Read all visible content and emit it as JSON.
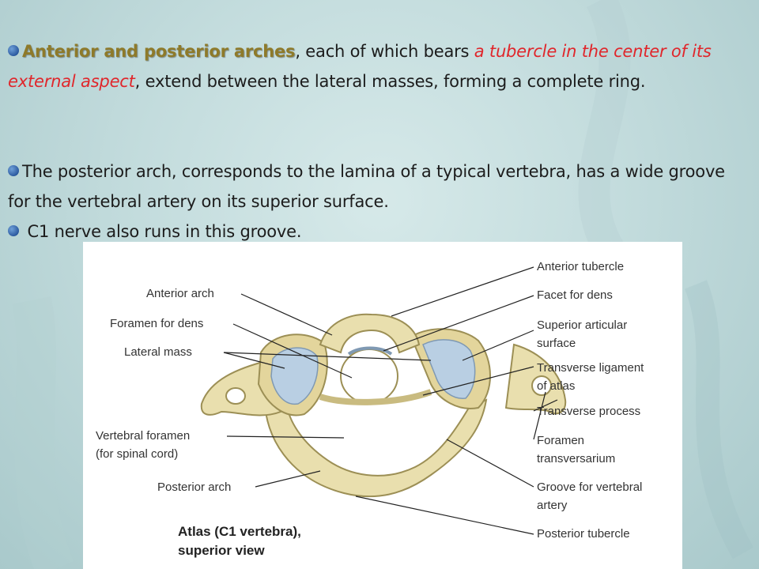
{
  "para1": {
    "heading": "Anterior and posterior arches",
    "after_heading": ", each of which bears ",
    "red_text": "a tubercle in the center of its external aspect",
    "rest": ", extend between the lateral masses, forming a complete ring."
  },
  "para2": {
    "text": "The posterior arch, corresponds to the lamina of a typical vertebra, has a wide groove for the vertebral artery on its superior surface."
  },
  "para3": {
    "text": "C1 nerve also runs in this groove."
  },
  "figure": {
    "left_labels": {
      "anterior_arch": "Anterior arch",
      "foramen_for_dens": "Foramen for dens",
      "lateral_mass": "Lateral mass",
      "vertebral_foramen_1": "Vertebral foramen",
      "vertebral_foramen_2": "(for spinal cord)",
      "posterior_arch": "Posterior arch"
    },
    "right_labels": {
      "anterior_tubercle": "Anterior tubercle",
      "facet_for_dens": "Facet for dens",
      "superior_articular_1": "Superior articular",
      "superior_articular_2": "surface",
      "transverse_ligament_1": "Transverse ligament",
      "transverse_ligament_2": "of atlas",
      "transverse_process": "Transverse process",
      "foramen_transversarium_1": "Foramen",
      "foramen_transversarium_2": "transversarium",
      "groove_1": "Groove for vertebral",
      "groove_2": "artery",
      "posterior_tubercle": "Posterior tubercle"
    },
    "caption_1": "Atlas (C1 vertebra),",
    "caption_2": "superior view"
  },
  "colors": {
    "bone": "#e9dfae",
    "bone_shadow": "#b9ab6f",
    "cartilage": "#b9cfe3",
    "heading_text": "#8e7a2a",
    "highlight_red": "#e0262b",
    "bullet": "#2c5aa0"
  }
}
